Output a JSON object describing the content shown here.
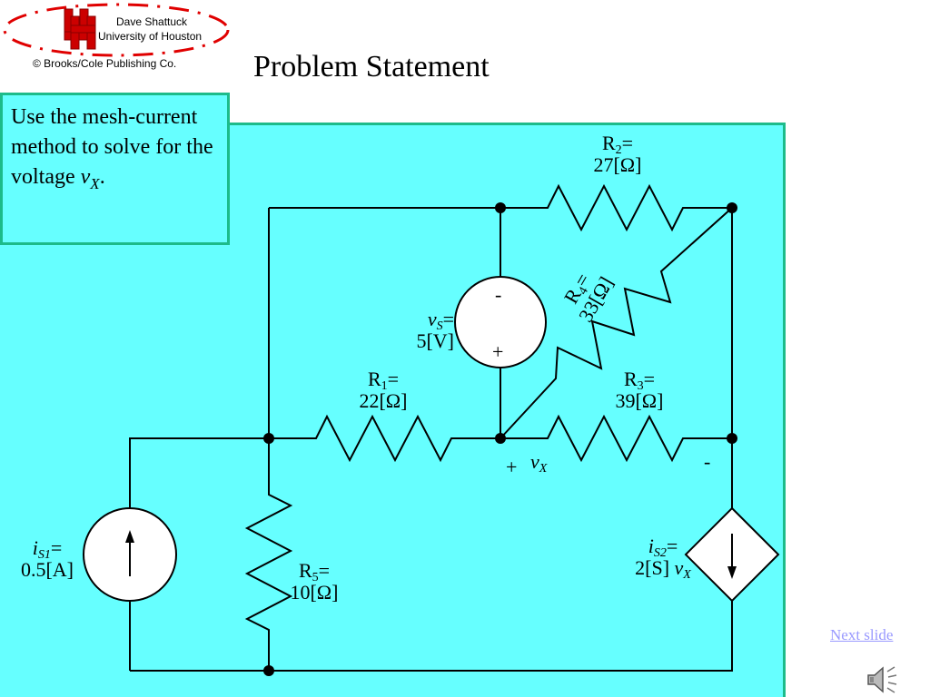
{
  "header": {
    "author": "Dave Shattuck",
    "institution": "University of Houston",
    "copyright": "© Brooks/Cole Publishing Co.",
    "title": "Problem Statement"
  },
  "problem": {
    "text_before": "Use the mesh-current method to solve for the voltage ",
    "var": "v",
    "var_sub": "X",
    "text_after": "."
  },
  "components": {
    "R1": {
      "name": "R",
      "sub": "1",
      "eq": "=",
      "value": "22[Ω]"
    },
    "R2": {
      "name": "R",
      "sub": "2",
      "eq": "=",
      "value": "27[Ω]"
    },
    "R3": {
      "name": "R",
      "sub": "3",
      "eq": "=",
      "value": "39[Ω]"
    },
    "R4": {
      "name": "R",
      "sub": "4",
      "eq": "=",
      "value": "33[Ω]"
    },
    "R5": {
      "name": "R",
      "sub": "5",
      "eq": "=",
      "value": "10[Ω]"
    },
    "vS": {
      "name": "v",
      "sub": "S",
      "eq": "=",
      "value": "5[V]",
      "top_sign": "-",
      "bottom_sign": "+"
    },
    "iS1": {
      "name": "i",
      "sub": "S1",
      "eq": "=",
      "value": "0.5[A]"
    },
    "iS2": {
      "name": "i",
      "sub": "S2",
      "eq": "=",
      "value": "2[S] ",
      "var": "v",
      "var_sub": "X"
    },
    "vX": {
      "name": "v",
      "sub": "X",
      "plus": "+",
      "minus": "-"
    }
  },
  "nav": {
    "next_slide": "Next slide"
  },
  "colors": {
    "panel": "#66ffff",
    "border": "#1dbb8a",
    "logo_red": "#e00000",
    "link": "#9999ff"
  }
}
